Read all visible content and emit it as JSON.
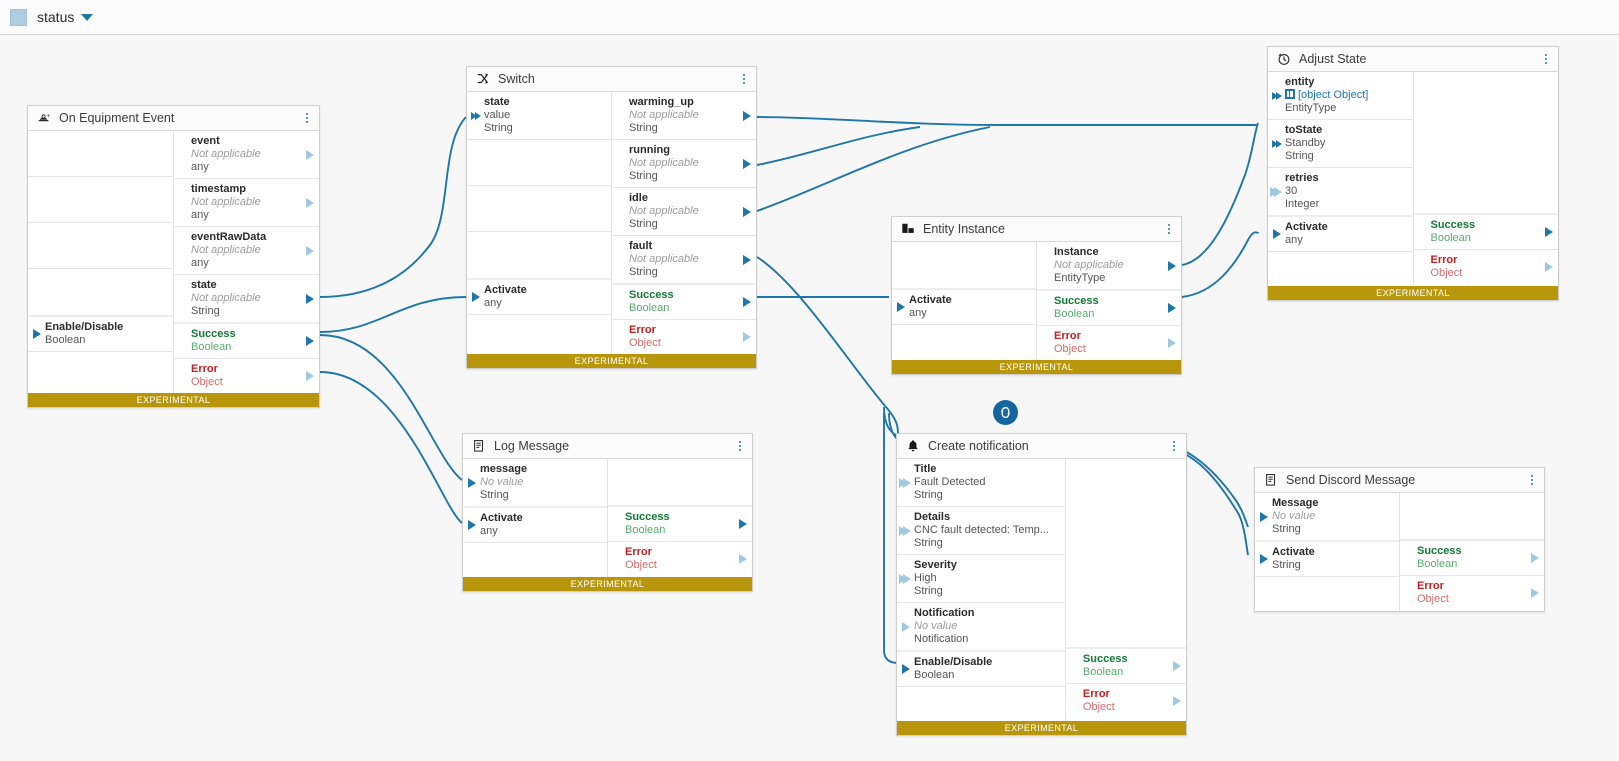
{
  "topbar": {
    "tab_label": "status",
    "swatch_color": "#aecde2",
    "caret_icon": "chevron-down-icon"
  },
  "canvas": {
    "background": "#f7f7f7",
    "wire_color": "#1f76a8",
    "experimental_badge": "EXPERIMENTAL",
    "loop_badge_icon": "loop-refresh-icon"
  },
  "labels": {
    "not_applicable": "Not applicable",
    "no_value": "No value"
  },
  "nodes": [
    {
      "id": "on-equipment-event",
      "title": "On Equipment Event",
      "icon": "equipment-event-icon",
      "experimental": "EXPERIMENTAL",
      "inputs": [
        {
          "label": "",
          "value": "",
          "type": ""
        },
        {
          "label": "",
          "value": "",
          "type": ""
        },
        {
          "label": "",
          "value": "",
          "type": ""
        },
        {
          "label": "",
          "value": "",
          "type": ""
        },
        {
          "label": "Enable/Disable",
          "value": "",
          "type": "Boolean"
        },
        {
          "label": "",
          "value": "",
          "type": ""
        }
      ],
      "outputs": [
        {
          "label": "event",
          "value": "Not applicable",
          "type": "any"
        },
        {
          "label": "timestamp",
          "value": "Not applicable",
          "type": "any"
        },
        {
          "label": "eventRawData",
          "value": "Not applicable",
          "type": "any"
        },
        {
          "label": "state",
          "value": "Not applicable",
          "type": "String"
        },
        {
          "label": "Success",
          "value": "",
          "type": "Boolean"
        },
        {
          "label": "Error",
          "value": "",
          "type": "Object"
        }
      ]
    },
    {
      "id": "switch",
      "title": "Switch",
      "icon": "switch-icon",
      "experimental": "EXPERIMENTAL",
      "inputs": [
        {
          "label": "state",
          "value": "value",
          "type": "String"
        },
        {
          "label": "",
          "value": "",
          "type": ""
        },
        {
          "label": "",
          "value": "",
          "type": ""
        },
        {
          "label": "",
          "value": "",
          "type": ""
        },
        {
          "label": "Activate",
          "value": "",
          "type": "any"
        },
        {
          "label": "",
          "value": "",
          "type": ""
        }
      ],
      "outputs": [
        {
          "label": "warming_up",
          "value": "Not applicable",
          "type": "String"
        },
        {
          "label": "running",
          "value": "Not applicable",
          "type": "String"
        },
        {
          "label": "idle",
          "value": "Not applicable",
          "type": "String"
        },
        {
          "label": "fault",
          "value": "Not applicable",
          "type": "String"
        },
        {
          "label": "Success",
          "value": "",
          "type": "Boolean"
        },
        {
          "label": "Error",
          "value": "",
          "type": "Object"
        }
      ]
    },
    {
      "id": "adjust-state",
      "title": "Adjust State",
      "icon": "clock-icon",
      "experimental": "EXPERIMENTAL",
      "inputs": [
        {
          "label": "entity",
          "value": "[object Object]",
          "type": "EntityType"
        },
        {
          "label": "toState",
          "value": "Standby",
          "type": "String"
        },
        {
          "label": "retries",
          "value": "30",
          "type": "Integer"
        },
        {
          "label": "Activate",
          "value": "",
          "type": "any"
        },
        {
          "label": "",
          "value": "",
          "type": ""
        }
      ],
      "outputs": [
        {
          "label": "",
          "value": "",
          "type": ""
        },
        {
          "label": "Success",
          "value": "",
          "type": "Boolean"
        },
        {
          "label": "Error",
          "value": "",
          "type": "Object"
        }
      ]
    },
    {
      "id": "entity-instance",
      "title": "Entity Instance",
      "icon": "entity-instance-icon",
      "experimental": "EXPERIMENTAL",
      "inputs": [
        {
          "label": "",
          "value": "",
          "type": ""
        },
        {
          "label": "Activate",
          "value": "",
          "type": "any"
        },
        {
          "label": "",
          "value": "",
          "type": ""
        }
      ],
      "outputs": [
        {
          "label": "Instance",
          "value": "Not applicable",
          "type": "EntityType"
        },
        {
          "label": "Success",
          "value": "",
          "type": "Boolean"
        },
        {
          "label": "Error",
          "value": "",
          "type": "Object"
        }
      ]
    },
    {
      "id": "log-message",
      "title": "Log Message",
      "icon": "document-icon",
      "experimental": "EXPERIMENTAL",
      "inputs": [
        {
          "label": "message",
          "value": "No value",
          "type": "String"
        },
        {
          "label": "Activate",
          "value": "",
          "type": "any"
        },
        {
          "label": "",
          "value": "",
          "type": ""
        }
      ],
      "outputs": [
        {
          "label": "",
          "value": "",
          "type": ""
        },
        {
          "label": "Success",
          "value": "",
          "type": "Boolean"
        },
        {
          "label": "Error",
          "value": "",
          "type": "Object"
        }
      ]
    },
    {
      "id": "create-notification",
      "title": "Create notification",
      "icon": "bell-icon",
      "experimental": "EXPERIMENTAL",
      "inputs": [
        {
          "label": "Title",
          "value": "Fault Detected",
          "type": "String"
        },
        {
          "label": "Details",
          "value": "CNC fault detected: Temp...",
          "type": "String"
        },
        {
          "label": "Severity",
          "value": "High",
          "type": "String"
        },
        {
          "label": "Notification",
          "value": "No value",
          "type": "Notification"
        },
        {
          "label": "Enable/Disable",
          "value": "",
          "type": "Boolean"
        },
        {
          "label": "",
          "value": "",
          "type": ""
        }
      ],
      "outputs": [
        {
          "label": "",
          "value": "",
          "type": ""
        },
        {
          "label": "Success",
          "value": "",
          "type": "Boolean"
        },
        {
          "label": "Error",
          "value": "",
          "type": "Object"
        }
      ]
    },
    {
      "id": "send-discord-message",
      "title": "Send Discord Message",
      "icon": "document-icon",
      "experimental": "",
      "inputs": [
        {
          "label": "Message",
          "value": "No value",
          "type": "String"
        },
        {
          "label": "Activate",
          "value": "",
          "type": "String"
        },
        {
          "label": "",
          "value": "",
          "type": ""
        }
      ],
      "outputs": [
        {
          "label": "",
          "value": "",
          "type": ""
        },
        {
          "label": "Success",
          "value": "",
          "type": "Boolean"
        },
        {
          "label": "Error",
          "value": "",
          "type": "Object"
        }
      ]
    }
  ]
}
